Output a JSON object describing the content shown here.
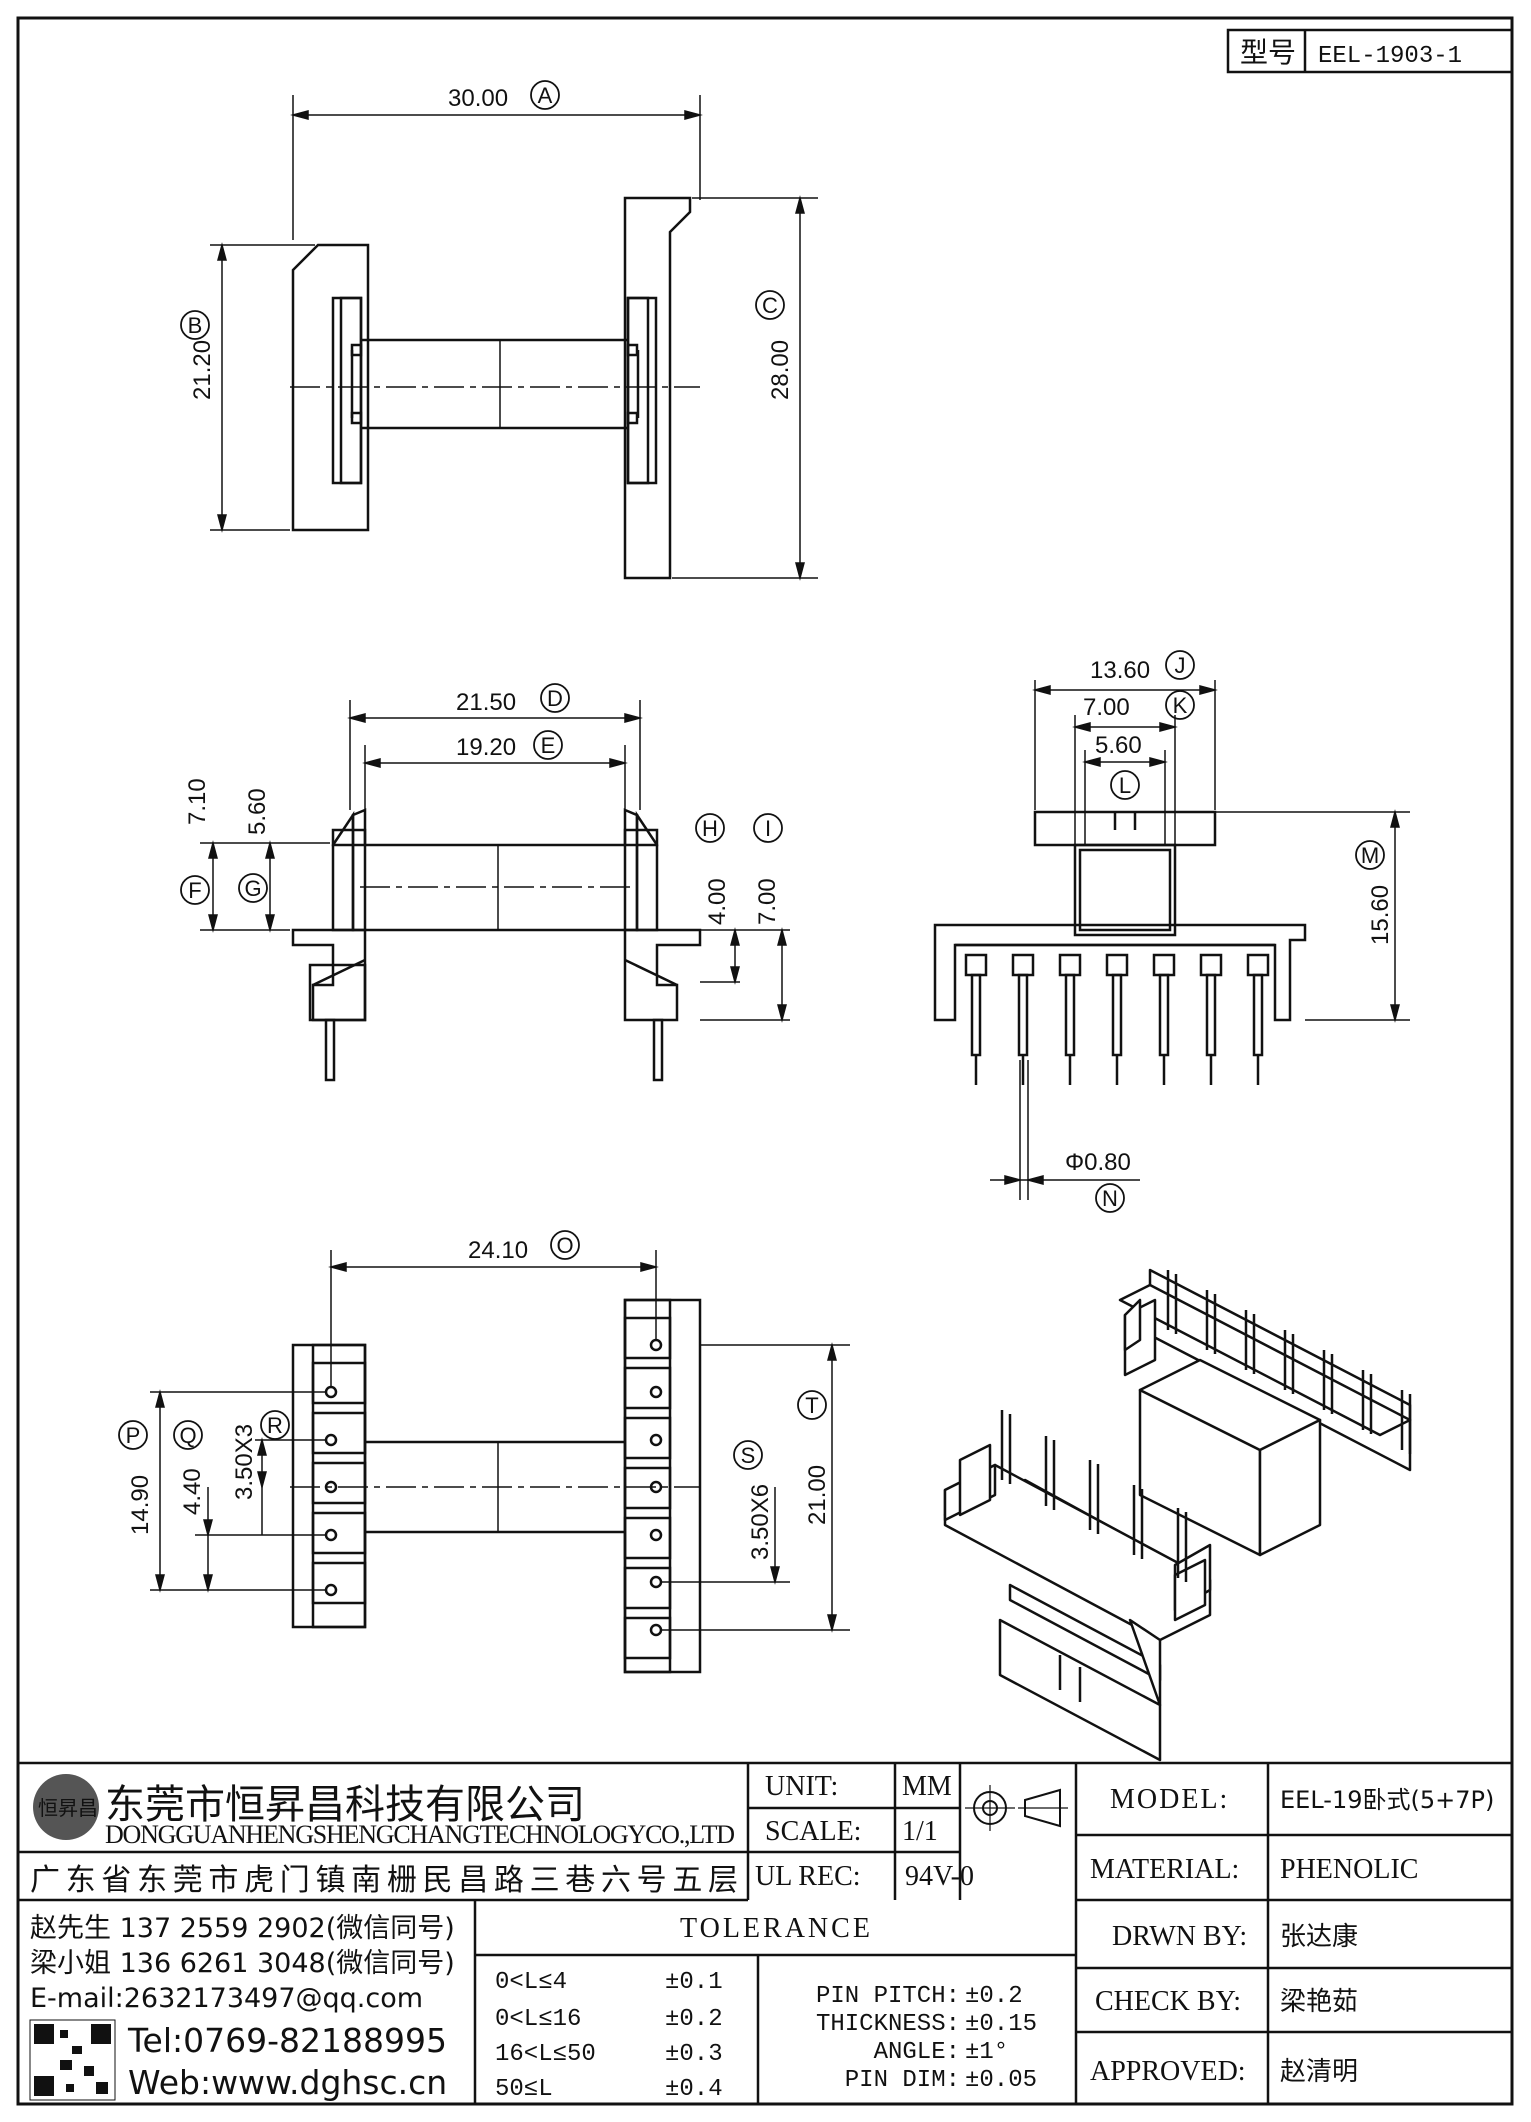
{
  "part_no": {
    "label": "型号",
    "value": "EEL-1903-1"
  },
  "dims": {
    "A": "30.00",
    "B": "21.20",
    "C": "28.00",
    "D": "21.50",
    "E": "19.20",
    "F": "7.10",
    "G": "5.60",
    "H": "4.00",
    "I": "7.00",
    "J": "13.60",
    "K": "7.00",
    "L": "5.60",
    "M": "15.60",
    "N": "Φ0.80",
    "O": "24.10",
    "P": "14.90",
    "Q": "4.40",
    "R": "3.50X3",
    "S": "3.50X6",
    "T": "21.00"
  },
  "company": {
    "name_cn": "东莞市恒昇昌科技有限公司",
    "name_en": "DONGGUANHENGSHENGCHANGTECHNOLOGYCO.,LTD",
    "address": "广东省东莞市虎门镇南栅民昌路三巷六号五层",
    "logo_text": "恒昇昌"
  },
  "contacts": {
    "c1": "赵先生 137 2559 2902(微信同号)",
    "c2": "梁小姐 136 6261 3048(微信同号)",
    "email": "E-mail:2632173497@qq.com",
    "tel": "Tel:0769-82188995",
    "web": "Web:www.dghsc.cn"
  },
  "specs": {
    "unit_label": "UNIT:",
    "unit_value": "MM",
    "scale_label": "SCALE:",
    "scale_value": "1/1",
    "ulrec_label": "UL REC:",
    "ulrec_value": "94V-0"
  },
  "tolerance": {
    "title": "TOLERANCE",
    "rows": [
      {
        "range": "0<L≤4",
        "tol": "±0.1"
      },
      {
        "range": "0<L≤16",
        "tol": "±0.2"
      },
      {
        "range": "16<L≤50",
        "tol": "±0.3"
      },
      {
        "range": "50≤L",
        "tol": "±0.4"
      }
    ],
    "pin_pitch": {
      "label": "PIN PITCH:",
      "value": "±0.2"
    },
    "thickness": {
      "label": "THICKNESS:",
      "value": "±0.15"
    },
    "angle": {
      "label": "ANGLE:",
      "value": "±1°"
    },
    "pin_dim": {
      "label": "PIN DIM:",
      "value": "±0.05"
    }
  },
  "info": {
    "model_label": "MODEL:",
    "model_value": "EEL-19卧式(5+7P)",
    "material_label": "MATERIAL:",
    "material_value": "PHENOLIC",
    "drwn_label": "DRWN BY:",
    "drwn_value": "张达康",
    "check_label": "CHECK BY:",
    "check_value": "梁艳茹",
    "approved_label": "APPROVED:",
    "approved_value": "赵清明"
  }
}
